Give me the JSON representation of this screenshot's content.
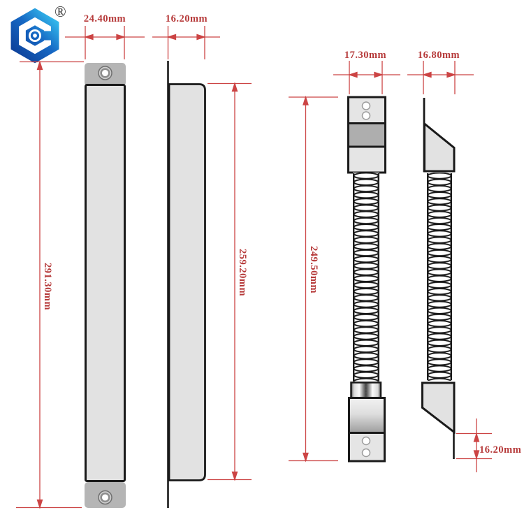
{
  "drawing": {
    "plate_front": {
      "width_label": "24.40mm",
      "height_label": "291.30mm"
    },
    "plate_side": {
      "width_label": "16.20mm",
      "height_label": "259.20mm"
    },
    "loop_front": {
      "width_label": "17.30mm",
      "height_label": "249.50mm"
    },
    "loop_side": {
      "width_label": "16.80mm",
      "bottom_offset_label": "16.20mm"
    }
  },
  "logo": {
    "registered_mark": "®"
  },
  "colors": {
    "dimension_red": "#c03c3c",
    "outline_black": "#1a1a1a",
    "fill_light_gray": "#e2e2e2",
    "fill_cap_gray": "#b5b5b5",
    "fill_dark_band": "#aeaeae",
    "logo_blue_dark": "#0c3a92",
    "logo_blue_light": "#38c6f2"
  }
}
